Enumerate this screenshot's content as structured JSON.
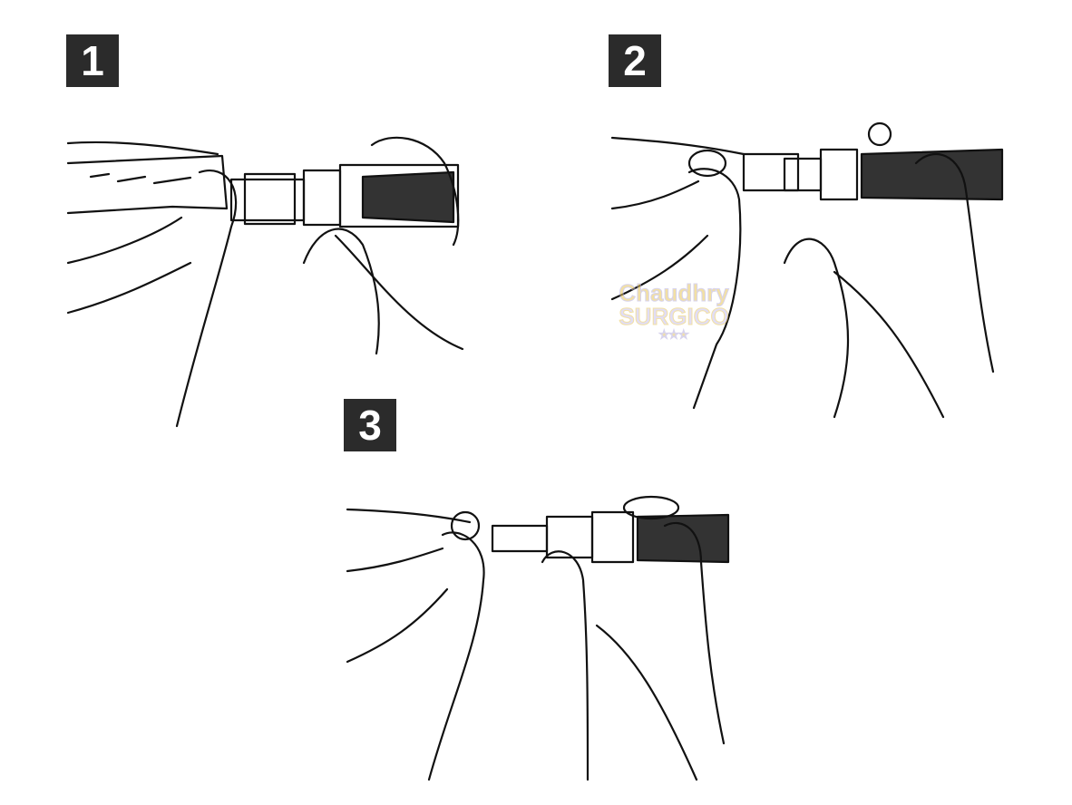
{
  "steps": [
    {
      "number": "1"
    },
    {
      "number": "2"
    },
    {
      "number": "3"
    }
  ],
  "watermark": {
    "line1": "Chaudhry",
    "line2": "SURGICO",
    "stars": "★★★"
  },
  "colors": {
    "badge": "#2b2b2b",
    "line": "#111111",
    "background": "#ffffff"
  }
}
